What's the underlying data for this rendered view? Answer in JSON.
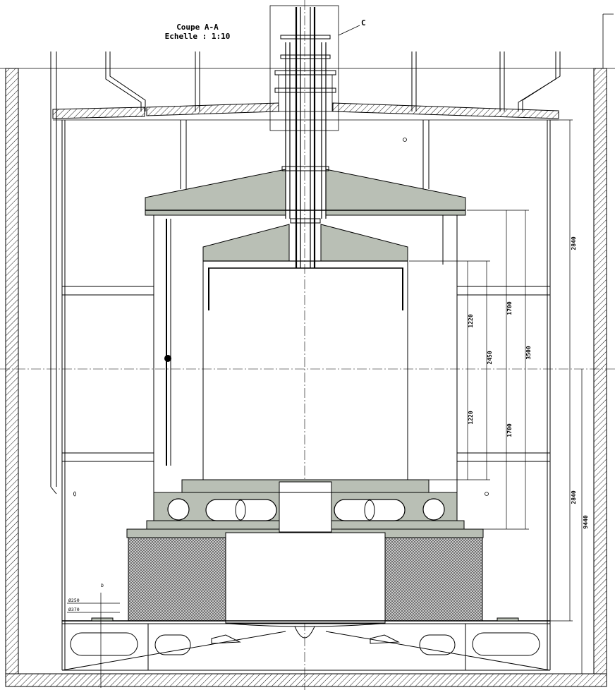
{
  "title": {
    "line1": "Coupe A-A",
    "line2": "Echelle :  1:10"
  },
  "detail_label": "C",
  "dimensions": {
    "d2840_top": "2840",
    "d1700_top": "1700",
    "d1220_top": "1220",
    "d2450": "2450",
    "d3500": "3500",
    "d1220_bottom": "1220",
    "d1700_bottom": "1700",
    "d2840_bottom": "2840",
    "d9440": "9440"
  },
  "small_labels": {
    "dia_250": "Ø250",
    "dia_370": "Ø370",
    "point_d": "D"
  },
  "colors": {
    "steel_fill": "#b9bfb5",
    "line": "#000000",
    "background": "#ffffff"
  }
}
